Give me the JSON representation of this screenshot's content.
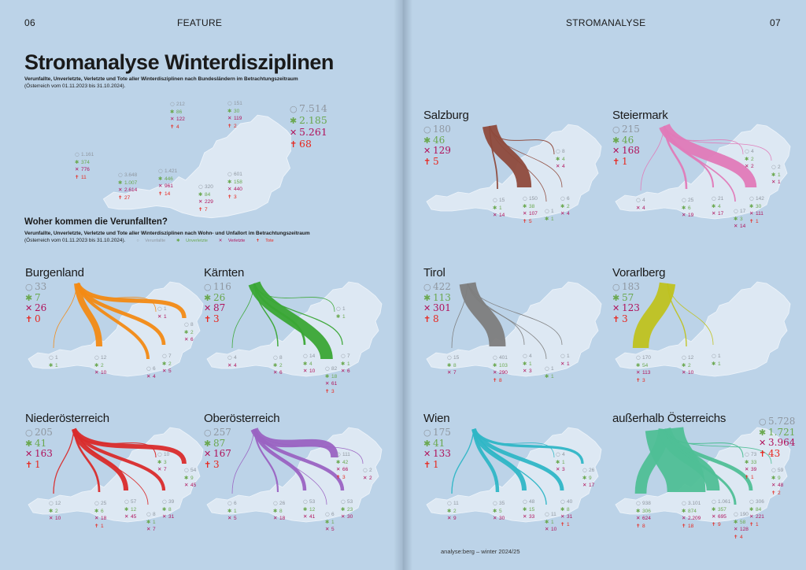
{
  "left_page": {
    "folio": "06",
    "section": "FEATURE",
    "headline": "Stromanalyse Winterdisziplinen",
    "subtitle_bold": "Verunfallte, Unverletzte, Verletzte und Tote aller Winterdisziplinen nach Bundesländern im Betrachtungszeitraum",
    "subtitle_period": "(Österreich vom 01.11.2023 bis 31.10.2024).",
    "section2_title": "Woher kommen die Verunfallten?",
    "section2_sub_bold": "Verunfallte, Unverletzte, Verletzte und Tote aller Winterdisziplinen nach Wohn- und Unfallort im Betrachtungszeitraum",
    "section2_period": "(Österreich vom 01.11.2023 bis 31.10.2024).",
    "legend": {
      "verunfallte": "Verunfallte",
      "unverletzte": "Unverletzte",
      "verletzte": "Verletzte",
      "tote": "Tote"
    }
  },
  "right_page": {
    "section": "STROMANALYSE",
    "folio": "07",
    "footer": "analyse:berg – winter 2024/25"
  },
  "icons": {
    "verunfallte": "○",
    "unverletzte": "✱",
    "verletzte": "✕",
    "tote": "✝"
  },
  "colors": {
    "background": "#bcd3e8",
    "map_fill": "#dde8f3",
    "verunfallte": "#8f97a0",
    "unverletzte": "#6aa84f",
    "verletzte": "#b0125b",
    "tote": "#e8261d"
  },
  "chart_data": [
    {
      "type": "map",
      "title": "Stromanalyse Winterdisziplinen – Unfallort nach Bundesland",
      "total": {
        "verunfallte": "7.514",
        "unverletzte": "2.185",
        "verletzte": "5.261",
        "tote": "68"
      },
      "regions": [
        {
          "code": "V",
          "verunfallte": "1.161",
          "unverletzte": "374",
          "verletzte": "776",
          "tote": "11"
        },
        {
          "code": "T",
          "verunfallte": "3.648",
          "unverletzte": "1.007",
          "verletzte": "2.614",
          "tote": "27"
        },
        {
          "code": "S",
          "verunfallte": "1.421",
          "unverletzte": "446",
          "verletzte": "961",
          "tote": "14"
        },
        {
          "code": "K",
          "verunfallte": "320",
          "unverletzte": "84",
          "verletzte": "229",
          "tote": "7"
        },
        {
          "code": "ST",
          "verunfallte": "601",
          "unverletzte": "158",
          "verletzte": "440",
          "tote": "3"
        },
        {
          "code": "OÖ",
          "verunfallte": "212",
          "unverletzte": "86",
          "verletzte": "122",
          "tote": "4"
        },
        {
          "code": "NÖ",
          "verunfallte": "151",
          "unverletzte": "30",
          "verletzte": "119",
          "tote": "2"
        }
      ]
    },
    {
      "type": "flow",
      "origin": "Burgenland",
      "color": "#f28a14",
      "total": {
        "verunfallte": "33",
        "unverletzte": "7",
        "verletzte": "26",
        "tote": "0"
      },
      "destinations": [
        {
          "to": "V",
          "verunfallte": "1",
          "unverletzte": "1"
        },
        {
          "to": "T",
          "verunfallte": "12",
          "unverletzte": "2",
          "verletzte": "10"
        },
        {
          "to": "K",
          "verunfallte": "6",
          "verletzte": "4"
        },
        {
          "to": "ST",
          "verunfallte": "7",
          "unverletzte": "2",
          "verletzte": "5"
        },
        {
          "to": "OÖ",
          "verunfallte": "1",
          "verletzte": "1"
        },
        {
          "to": "NÖ",
          "verunfallte": "8",
          "unverletzte": "2",
          "verletzte": "6"
        }
      ]
    },
    {
      "type": "flow",
      "origin": "Kärnten",
      "color": "#3aa635",
      "total": {
        "verunfallte": "116",
        "unverletzte": "26",
        "verletzte": "87",
        "tote": "3"
      },
      "destinations": [
        {
          "to": "V",
          "verunfallte": "4",
          "verletzte": "4"
        },
        {
          "to": "T",
          "verunfallte": "8",
          "unverletzte": "2",
          "verletzte": "6"
        },
        {
          "to": "S",
          "verunfallte": "14",
          "unverletzte": "4",
          "verletzte": "10"
        },
        {
          "to": "K",
          "verunfallte": "82",
          "unverletzte": "18",
          "verletzte": "61",
          "tote": "3"
        },
        {
          "to": "ST",
          "verunfallte": "7",
          "unverletzte": "1",
          "verletzte": "6"
        },
        {
          "to": "OÖ",
          "verunfallte": "1",
          "unverletzte": "1"
        }
      ]
    },
    {
      "type": "flow",
      "origin": "Niederösterreich",
      "color": "#d92b2b",
      "total": {
        "verunfallte": "205",
        "unverletzte": "41",
        "verletzte": "163",
        "tote": "1"
      },
      "destinations": [
        {
          "to": "V",
          "verunfallte": "12",
          "unverletzte": "2",
          "verletzte": "10"
        },
        {
          "to": "T",
          "verunfallte": "25",
          "unverletzte": "6",
          "verletzte": "18",
          "tote": "1"
        },
        {
          "to": "S",
          "verunfallte": "57",
          "unverletzte": "12",
          "verletzte": "45"
        },
        {
          "to": "K",
          "verunfallte": "8",
          "unverletzte": "1",
          "verletzte": "7"
        },
        {
          "to": "ST",
          "verunfallte": "39",
          "unverletzte": "8",
          "verletzte": "31"
        },
        {
          "to": "OÖ",
          "verunfallte": "10",
          "unverletzte": "3",
          "verletzte": "7"
        },
        {
          "to": "NÖ",
          "verunfallte": "54",
          "unverletzte": "9",
          "verletzte": "45"
        }
      ]
    },
    {
      "type": "flow",
      "origin": "Oberösterreich",
      "color": "#9a63c2",
      "total": {
        "verunfallte": "257",
        "unverletzte": "87",
        "verletzte": "167",
        "tote": "3"
      },
      "destinations": [
        {
          "to": "V",
          "verunfallte": "6",
          "unverletzte": "1",
          "verletzte": "5"
        },
        {
          "to": "T",
          "verunfallte": "26",
          "unverletzte": "8",
          "verletzte": "18"
        },
        {
          "to": "S",
          "verunfallte": "53",
          "unverletzte": "12",
          "verletzte": "41"
        },
        {
          "to": "K",
          "verunfallte": "6",
          "unverletzte": "1",
          "verletzte": "5"
        },
        {
          "to": "ST",
          "verunfallte": "53",
          "unverletzte": "23",
          "verletzte": "30"
        },
        {
          "to": "OÖ",
          "verunfallte": "111",
          "unverletzte": "42",
          "verletzte": "66",
          "tote": "3"
        },
        {
          "to": "NÖ",
          "verunfallte": "2",
          "verletzte": "2"
        }
      ]
    },
    {
      "type": "flow",
      "origin": "Salzburg",
      "color": "#8e4a3c",
      "total": {
        "verunfallte": "180",
        "unverletzte": "46",
        "verletzte": "129",
        "tote": "5"
      },
      "destinations": [
        {
          "to": "T",
          "verunfallte": "15",
          "unverletzte": "1",
          "verletzte": "14"
        },
        {
          "to": "S",
          "verunfallte": "150",
          "unverletzte": "38",
          "verletzte": "107",
          "tote": "5"
        },
        {
          "to": "K",
          "verunfallte": "1",
          "unverletzte": "1"
        },
        {
          "to": "ST",
          "verunfallte": "6",
          "unverletzte": "2",
          "verletzte": "4"
        },
        {
          "to": "OÖ",
          "verunfallte": "8",
          "unverletzte": "4",
          "verletzte": "4"
        }
      ]
    },
    {
      "type": "flow",
      "origin": "Steiermark",
      "color": "#e07ab8",
      "total": {
        "verunfallte": "215",
        "unverletzte": "46",
        "verletzte": "168",
        "tote": "1"
      },
      "destinations": [
        {
          "to": "V",
          "verunfallte": "4",
          "verletzte": "4"
        },
        {
          "to": "T",
          "verunfallte": "25",
          "unverletzte": "6",
          "verletzte": "19"
        },
        {
          "to": "S",
          "verunfallte": "21",
          "unverletzte": "4",
          "verletzte": "17"
        },
        {
          "to": "K",
          "verunfallte": "17",
          "unverletzte": "3",
          "verletzte": "14"
        },
        {
          "to": "ST",
          "verunfallte": "142",
          "unverletzte": "30",
          "verletzte": "111",
          "tote": "1"
        },
        {
          "to": "OÖ",
          "verunfallte": "4",
          "unverletzte": "2",
          "verletzte": "2"
        },
        {
          "to": "NÖ",
          "verunfallte": "2",
          "unverletzte": "1",
          "verletzte": "1"
        }
      ]
    },
    {
      "type": "flow",
      "origin": "Tirol",
      "color": "#7d7d7d",
      "total": {
        "verunfallte": "422",
        "unverletzte": "113",
        "verletzte": "301",
        "tote": "8"
      },
      "destinations": [
        {
          "to": "V",
          "verunfallte": "15",
          "unverletzte": "8",
          "verletzte": "7"
        },
        {
          "to": "T",
          "verunfallte": "401",
          "unverletzte": "103",
          "verletzte": "290",
          "tote": "8"
        },
        {
          "to": "S",
          "verunfallte": "4",
          "unverletzte": "1",
          "verletzte": "3"
        },
        {
          "to": "K",
          "verunfallte": "1",
          "unverletzte": "1"
        },
        {
          "to": "ST",
          "verunfallte": "1",
          "verletzte": "1"
        }
      ]
    },
    {
      "type": "flow",
      "origin": "Vorarlberg",
      "color": "#bfc21f",
      "total": {
        "verunfallte": "183",
        "unverletzte": "57",
        "verletzte": "123",
        "tote": "3"
      },
      "destinations": [
        {
          "to": "V",
          "verunfallte": "170",
          "unverletzte": "54",
          "verletzte": "113",
          "tote": "3"
        },
        {
          "to": "T",
          "verunfallte": "12",
          "unverletzte": "2",
          "verletzte": "10"
        },
        {
          "to": "S",
          "verunfallte": "1",
          "unverletzte": "1"
        }
      ]
    },
    {
      "type": "flow",
      "origin": "Wien",
      "color": "#2fb6c6",
      "total": {
        "verunfallte": "175",
        "unverletzte": "41",
        "verletzte": "133",
        "tote": "1"
      },
      "destinations": [
        {
          "to": "V",
          "verunfallte": "11",
          "unverletzte": "2",
          "verletzte": "9"
        },
        {
          "to": "T",
          "verunfallte": "35",
          "unverletzte": "5",
          "verletzte": "30"
        },
        {
          "to": "S",
          "verunfallte": "48",
          "unverletzte": "15",
          "verletzte": "33"
        },
        {
          "to": "K",
          "verunfallte": "11",
          "unverletzte": "1",
          "verletzte": "10"
        },
        {
          "to": "ST",
          "verunfallte": "40",
          "unverletzte": "8",
          "verletzte": "31",
          "tote": "1"
        },
        {
          "to": "OÖ",
          "verunfallte": "4",
          "unverletzte": "1",
          "verletzte": "3"
        },
        {
          "to": "NÖ",
          "verunfallte": "26",
          "unverletzte": "9",
          "verletzte": "17"
        }
      ]
    },
    {
      "type": "flow",
      "origin": "außerhalb Österreichs",
      "color": "#4fbf96",
      "total": {
        "verunfallte": "5.728",
        "unverletzte": "1.721",
        "verletzte": "3.964",
        "tote": "43"
      },
      "destinations": [
        {
          "to": "V",
          "verunfallte": "938",
          "unverletzte": "306",
          "verletzte": "624",
          "tote": "8"
        },
        {
          "to": "T",
          "verunfallte": "3.101",
          "unverletzte": "874",
          "verletzte": "2.209",
          "tote": "18"
        },
        {
          "to": "S",
          "verunfallte": "1.061",
          "unverletzte": "357",
          "verletzte": "695",
          "tote": "9"
        },
        {
          "to": "K",
          "verunfallte": "190",
          "unverletzte": "58",
          "verletzte": "128",
          "tote": "4"
        },
        {
          "to": "ST",
          "verunfallte": "306",
          "unverletzte": "84",
          "verletzte": "221",
          "tote": "1"
        },
        {
          "to": "OÖ",
          "verunfallte": "73",
          "unverletzte": "33",
          "verletzte": "39",
          "tote": "1"
        },
        {
          "to": "NÖ",
          "verunfallte": "59",
          "unverletzte": "9",
          "verletzte": "48",
          "tote": "2"
        }
      ]
    }
  ]
}
